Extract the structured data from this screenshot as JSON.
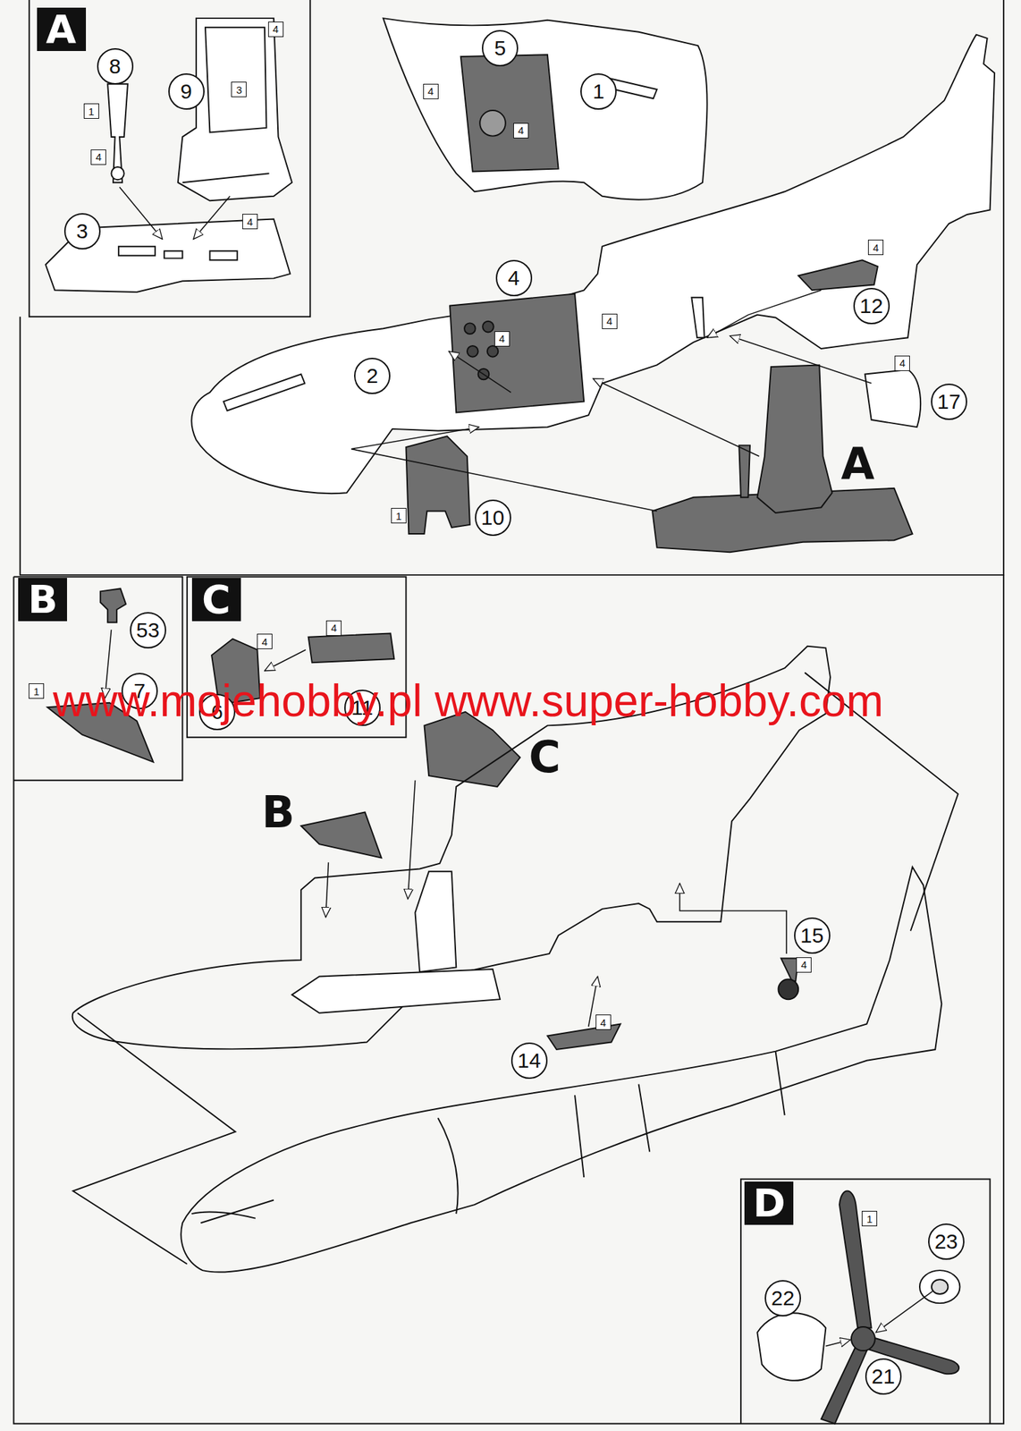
{
  "diagram": {
    "nodes": [
      {
        "text": [
          "A"
        ]
      },
      {
        "text": [
          "8"
        ]
      },
      {
        "text": [
          "9"
        ]
      },
      {
        "text": [
          "4"
        ]
      },
      {
        "text": [
          "3"
        ]
      },
      {
        "text": [
          "1"
        ]
      },
      {
        "text": [
          "4"
        ]
      },
      {
        "text": [
          "3"
        ]
      },
      {
        "text": [
          "4"
        ]
      },
      {
        "text": [
          "5"
        ]
      },
      {
        "text": [
          "1"
        ]
      },
      {
        "text": [
          "4"
        ]
      },
      {
        "text": [
          "4"
        ]
      },
      {
        "text": [
          "4"
        ]
      },
      {
        "text": [
          "4"
        ]
      },
      {
        "text": [
          "4"
        ]
      },
      {
        "text": [
          "2"
        ]
      },
      {
        "text": [
          "4"
        ]
      },
      {
        "text": [
          "12"
        ]
      },
      {
        "text": [
          "4"
        ]
      },
      {
        "text": [
          "17"
        ]
      },
      {
        "text": [
          "1"
        ]
      },
      {
        "text": [
          "10"
        ]
      },
      {
        "text": [
          "B"
        ]
      },
      {
        "text": [
          "53"
        ]
      },
      {
        "text": [
          "C"
        ]
      },
      {
        "text": [
          "4"
        ]
      },
      {
        "text": [
          "4"
        ]
      },
      {
        "text": [
          "1"
        ]
      },
      {
        "text": [
          "7"
        ]
      },
      {
        "text": [
          "6"
        ]
      },
      {
        "text": [
          "11"
        ]
      },
      {
        "text": [
          "15"
        ]
      },
      {
        "text": [
          "4"
        ]
      },
      {
        "text": [
          "4"
        ]
      },
      {
        "text": [
          "14"
        ]
      },
      {
        "text": [
          "D"
        ]
      },
      {
        "text": [
          "1"
        ]
      },
      {
        "text": [
          "23"
        ]
      },
      {
        "text": [
          "22"
        ]
      },
      {
        "text": [
          "21"
        ]
      }
    ],
    "labels": [
      "A",
      "www.mojehobby.pl www.super-hobby.com",
      "C",
      "B"
    ]
  }
}
